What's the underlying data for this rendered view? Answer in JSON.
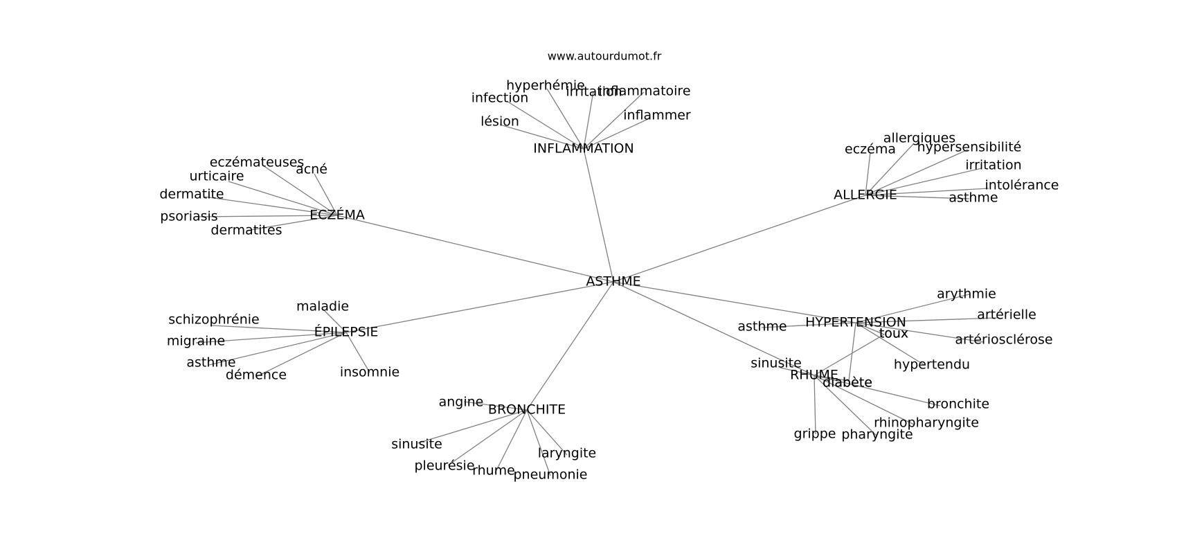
{
  "source": "www.autourdumot.fr",
  "center": "ASTHME",
  "hubs": [
    {
      "id": "inflammation",
      "label": "INFLAMMATION",
      "words": [
        "hyperhémie",
        "irritation",
        "inflammatoire",
        "infection",
        "lésion",
        "inflammer"
      ]
    },
    {
      "id": "eczema",
      "label": "ECZÉMA",
      "words": [
        "eczémateuses",
        "acné",
        "urticaire",
        "dermatite",
        "psoriasis",
        "dermatites"
      ]
    },
    {
      "id": "allergie",
      "label": "ALLERGIE",
      "words": [
        "allergiques",
        "eczéma",
        "hypersensibilité",
        "irritation",
        "intolérance",
        "asthme"
      ]
    },
    {
      "id": "epilepsie",
      "label": "ÉPILEPSIE",
      "words": [
        "maladie",
        "schizophrénie",
        "migraine",
        "asthme",
        "démence",
        "insomnie"
      ]
    },
    {
      "id": "hypertension",
      "label": "HYPERTENSION",
      "words": [
        "arythmie",
        "artérielle",
        "asthme",
        "artériosclérose",
        "toux",
        "hypertendu",
        "diabète"
      ]
    },
    {
      "id": "rhume",
      "label": "RHUME",
      "words": [
        "sinusite",
        "toux",
        "diabète",
        "bronchite",
        "rhinopharyngite",
        "grippe",
        "pharyngite"
      ]
    },
    {
      "id": "bronchite",
      "label": "BRONCHITE",
      "words": [
        "angine",
        "sinusite",
        "pleurésie",
        "rhume",
        "pneumonie",
        "laryngite"
      ]
    }
  ]
}
